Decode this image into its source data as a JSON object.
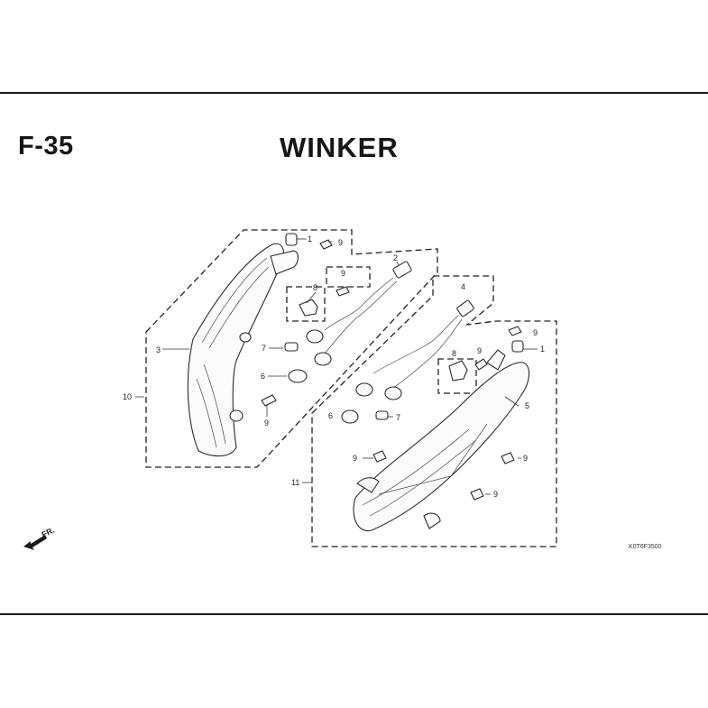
{
  "page": {
    "code": "F-35",
    "title": "WINKER",
    "drawing_code": "K0T6F3500",
    "direction_label": "FR."
  },
  "callouts": {
    "left_group": [
      "1",
      "9",
      "2",
      "9",
      "8",
      "3",
      "7",
      "6",
      "9",
      "10"
    ],
    "right_group": [
      "4",
      "9",
      "1",
      "8",
      "9",
      "5",
      "6",
      "7",
      "9",
      "9",
      "11",
      "9"
    ]
  },
  "colors": {
    "line": "#222222",
    "background": "#ffffff"
  }
}
